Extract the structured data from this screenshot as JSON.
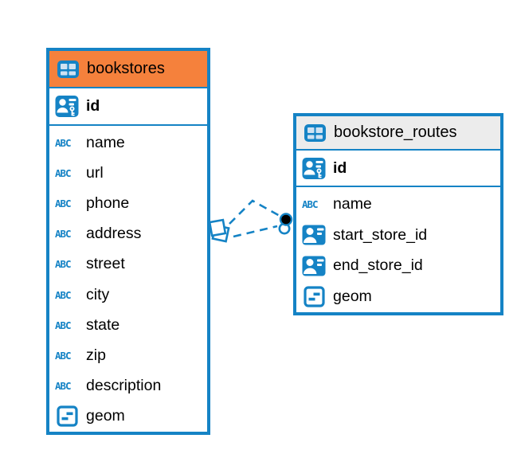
{
  "diagram": {
    "kind": "entity-relationship",
    "colors": {
      "accent_blue": "#1583C5",
      "bookstores_header": "#F5813C",
      "bookstore_routes_header": "#ECECEC",
      "background": "#FFFFFF",
      "text": "#000000",
      "relationship_dot_fill": "#000000"
    },
    "icons": {
      "text_type_label": "ABC"
    },
    "tables": [
      {
        "name": "bookstores",
        "primary_key": {
          "name": "id"
        },
        "columns": [
          {
            "name": "name",
            "type": "text"
          },
          {
            "name": "url",
            "type": "text"
          },
          {
            "name": "phone",
            "type": "text"
          },
          {
            "name": "address",
            "type": "text"
          },
          {
            "name": "street",
            "type": "text"
          },
          {
            "name": "city",
            "type": "text"
          },
          {
            "name": "state",
            "type": "text"
          },
          {
            "name": "zip",
            "type": "text"
          },
          {
            "name": "description",
            "type": "text"
          },
          {
            "name": "geom",
            "type": "geometry"
          }
        ]
      },
      {
        "name": "bookstore_routes",
        "primary_key": {
          "name": "id"
        },
        "columns": [
          {
            "name": "name",
            "type": "text"
          },
          {
            "name": "start_store_id",
            "type": "reference"
          },
          {
            "name": "end_store_id",
            "type": "reference"
          },
          {
            "name": "geom",
            "type": "geometry"
          }
        ]
      }
    ],
    "relationships": [
      {
        "from": "bookstores",
        "to": "bookstore_routes",
        "line_style": "dashed"
      },
      {
        "from": "bookstores",
        "to": "bookstore_routes",
        "line_style": "dashed"
      }
    ]
  }
}
